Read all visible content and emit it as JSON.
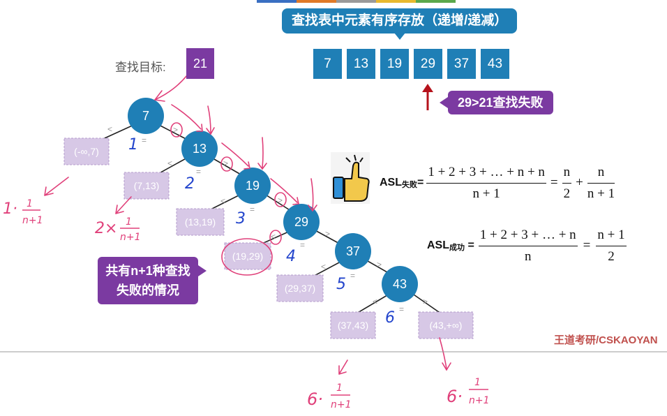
{
  "header": {
    "title": "查找表中元素有序存放（递增/递减）"
  },
  "search": {
    "label": "查找目标:",
    "value": "21"
  },
  "array": [
    {
      "value": "7"
    },
    {
      "value": "13"
    },
    {
      "value": "19"
    },
    {
      "value": "29"
    },
    {
      "value": "37"
    },
    {
      "value": "43"
    }
  ],
  "fail_note": "29>21查找失败",
  "tree": {
    "nodes": [
      {
        "value": "7",
        "level": "1"
      },
      {
        "value": "13",
        "level": "2"
      },
      {
        "value": "19",
        "level": "3"
      },
      {
        "value": "29",
        "level": "4"
      },
      {
        "value": "37",
        "level": "5"
      },
      {
        "value": "43",
        "level": "6"
      }
    ],
    "intervals": [
      "(-∞,7)",
      "(7,13)",
      "(13,19)",
      "(19,29)",
      "(29,37)",
      "(37,43)",
      "(43,+∞)"
    ],
    "lt_symbol": "<",
    "gt_symbol": ">",
    "eq_symbol": "="
  },
  "note": {
    "line1": "共有n+1种查找",
    "line2": "失败的情况"
  },
  "formulas": {
    "fail": {
      "label": "ASL",
      "sub": "失败",
      "suffix": "=",
      "num": "1 + 2 + 3 + … + n + n",
      "den": "n + 1",
      "eq": "=",
      "r1_num": "n",
      "r1_den": "2",
      "plus": "+",
      "r2_num": "n",
      "r2_den": "n + 1"
    },
    "success": {
      "label": "ASL",
      "sub": "成功",
      "suffix": " =",
      "num": "1 + 2 + 3 + … + n",
      "den": "n",
      "eq": "=",
      "r_num": "n + 1",
      "r_den": "2"
    }
  },
  "handwriting": {
    "a": "1·",
    "b": "2×",
    "c": "6·",
    "d": "6·",
    "frac_num": "1",
    "frac_den": "n+1"
  },
  "watermark": "王道考研/CSKAOYAN",
  "colors": {
    "node": "#1f7fb6",
    "interval_fill": "#d7c8e6",
    "interval_border": "#b59dcc",
    "accent_purple": "#7b3aa1",
    "handwriting_pink": "#e0407a",
    "handwriting_blue": "#2244cc",
    "arrow_red": "#b5121b"
  }
}
